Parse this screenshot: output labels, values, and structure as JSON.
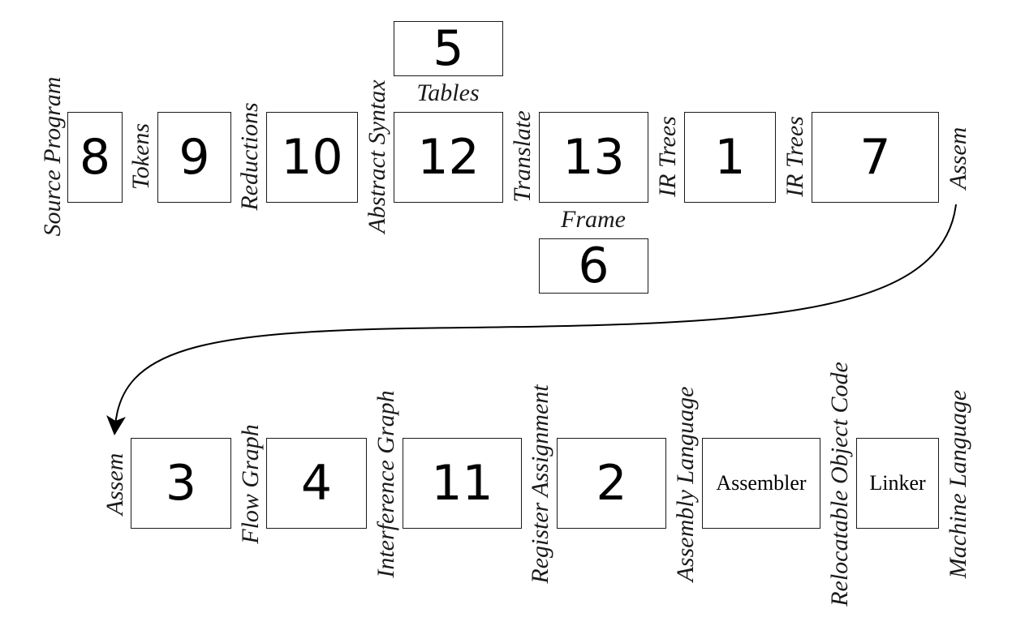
{
  "top_row": {
    "labels": {
      "source_program": "Source Program",
      "tokens": "Tokens",
      "reductions": "Reductions",
      "abstract_syntax": "Abstract Syntax",
      "translate": "Translate",
      "ir_trees_1": "IR Trees",
      "ir_trees_2": "IR Trees",
      "assem": "Assem",
      "tables": "Tables",
      "frame": "Frame"
    },
    "boxes": {
      "lexer": "8",
      "parser": "9",
      "semantic": "10",
      "translate": "12",
      "canon": "13",
      "codegen": "1",
      "final": "7",
      "tables": "5",
      "frame": "6"
    }
  },
  "bottom_row": {
    "labels": {
      "assem": "Assem",
      "flow_graph": "Flow Graph",
      "interference_graph": "Interference Graph",
      "register_assignment": "Register Assignment",
      "assembly_language": "Assembly Language",
      "relocatable_object_code": "Relocatable Object Code",
      "machine_language": "Machine Language"
    },
    "boxes": {
      "flow": "3",
      "liveness": "4",
      "regalloc": "11",
      "emit": "2",
      "assembler": "Assembler",
      "linker": "Linker"
    }
  }
}
